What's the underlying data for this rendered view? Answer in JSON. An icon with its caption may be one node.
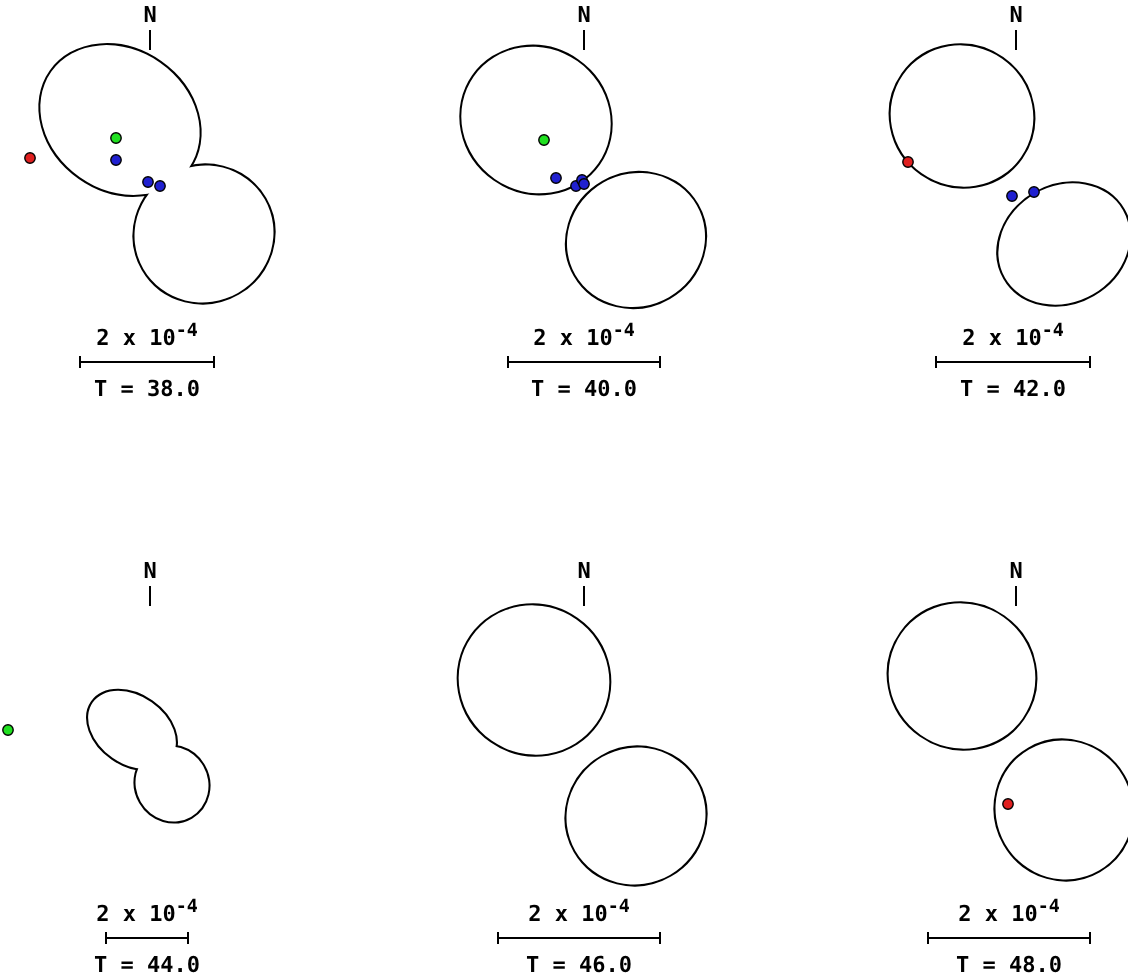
{
  "diagram": {
    "labels": [
      "N",
      "N",
      "N",
      "2 x 10$^{-4}$",
      "2 x 10$^{-4}$",
      "2 x 10$^{-4}$",
      "T = 38.0",
      "T = 40.0",
      "T = 42.0",
      "N",
      "N",
      "N",
      "2 x 10$^{-4}$",
      "2 x 10$^{-4}$",
      "2 x 10$^{-4}$",
      "T = 44.0",
      "T = 46.0",
      "T = 48.0"
    ]
  }
}
